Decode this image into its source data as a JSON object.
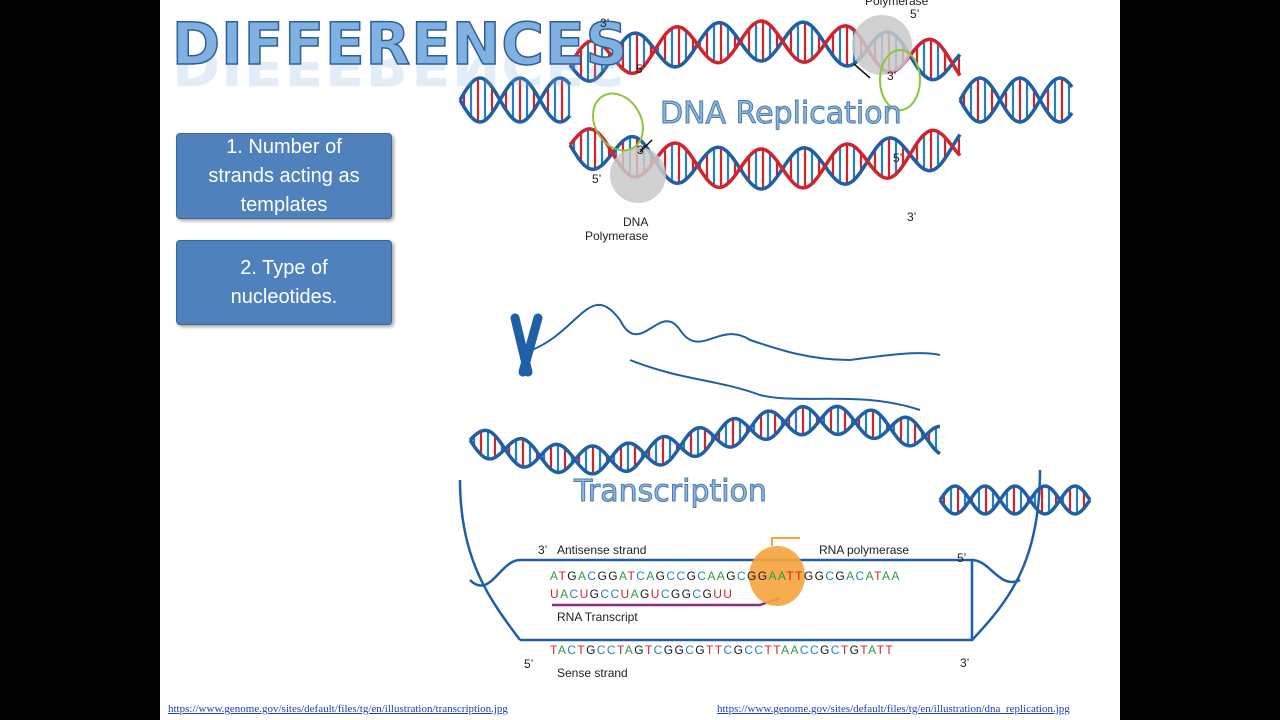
{
  "slide": {
    "title": "DIFFERENCES",
    "boxes": [
      {
        "label": "1. Number of\nstrands acting as\ntemplates"
      },
      {
        "label": "2. Type of\nnucleotides."
      }
    ]
  },
  "replication": {
    "caption": "DNA Replication",
    "labels": {
      "top_left_3": "3’",
      "top_left_5": "5’",
      "top_right_5": "5’",
      "top_right_3": "3’",
      "polymerase_top": "Polymerase",
      "left_5": "5’",
      "left_3": "3’",
      "right_5": "5’",
      "bottom_3": "3’",
      "polymerase_bottom_1": "DNA",
      "polymerase_bottom_2": "Polymerase"
    }
  },
  "transcription": {
    "caption": "Transcription",
    "labels": {
      "three_prime_top": "3’",
      "antisense": "Antisense strand",
      "rna_polymerase": "RNA polymerase",
      "five_prime_top": "5’",
      "rna_transcript": "RNA Transcript",
      "five_prime_bottom": "5’",
      "three_prime_bottom": "3’",
      "sense": "Sense strand"
    },
    "antisense_seq": "ATGACGGATCAGCCGCAAGCGGAATTGGCGACATAA",
    "rna_seq": "UACUGCCUAGUCGGCGUU",
    "sense_seq": "TACTGCCTAGTCGGCGTTCGCCTTAACCGCTGTATT"
  },
  "links": {
    "left": "https://www.genome.gov/sites/default/files/tg/en/illustration/transcription.jpg",
    "right": "https://www.genome.gov/sites/default/files/tg/en/illustration/dna_replication.jpg"
  },
  "colors": {
    "backbone": "#1f5fa6",
    "base_red": "#d0242c",
    "base_green": "#2e9a47",
    "base_blue": "#2a7ec4",
    "base_black": "#1a1a1a",
    "box": "#4f81bd",
    "polymerase": "#f6a33c"
  }
}
